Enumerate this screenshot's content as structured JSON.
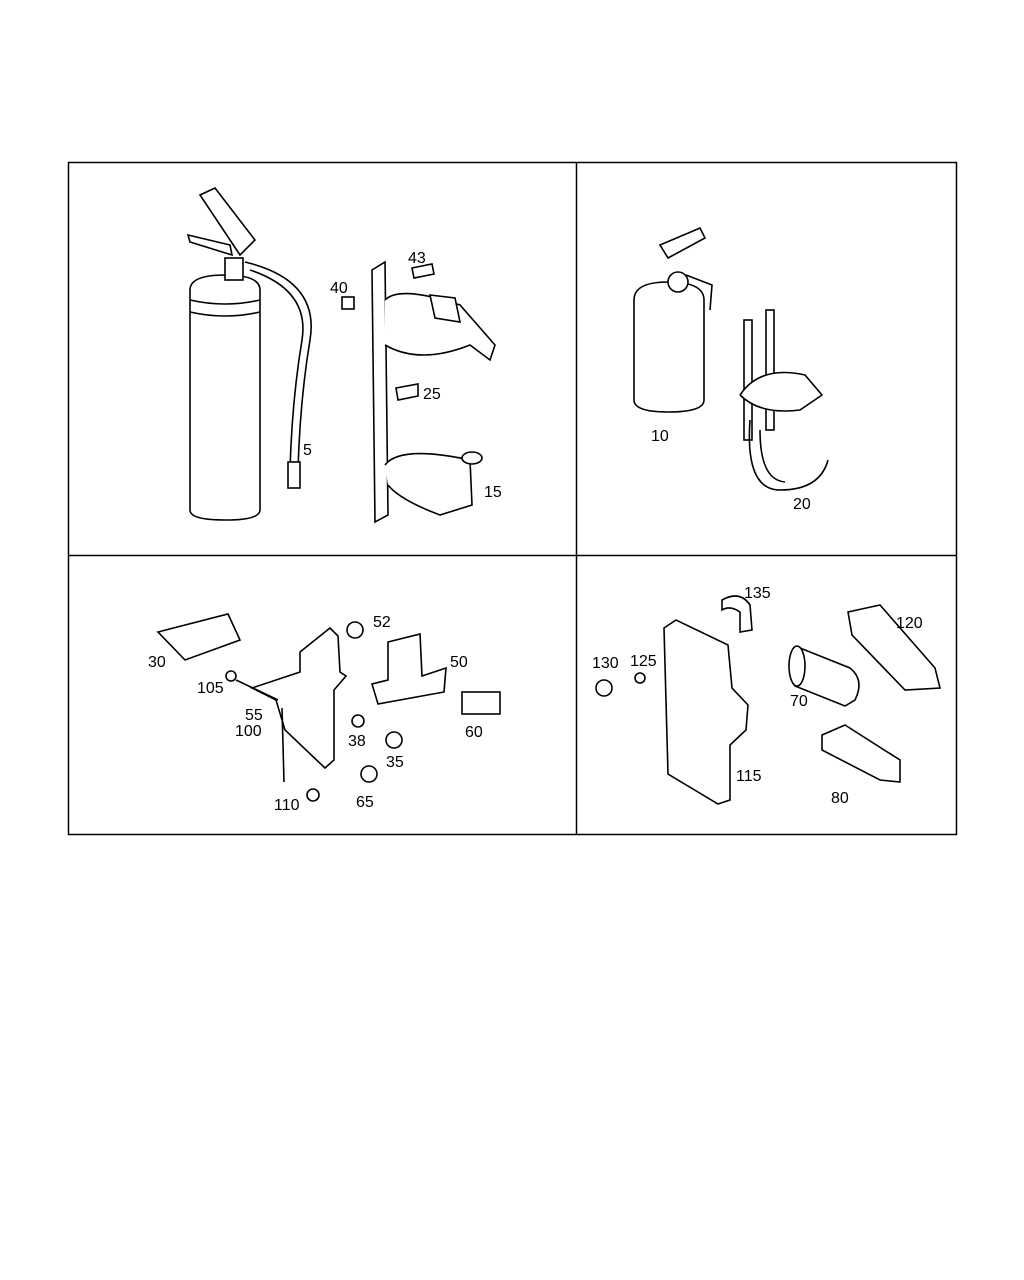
{
  "panels": [
    {
      "name": "extinguisher-large",
      "labels": [
        "43",
        "40",
        "25",
        "5",
        "15"
      ]
    },
    {
      "name": "extinguisher-small",
      "labels": [
        "10",
        "20"
      ]
    },
    {
      "name": "bracket-mounting",
      "labels": [
        "52",
        "30",
        "50",
        "105",
        "55",
        "100",
        "38",
        "60",
        "35",
        "110",
        "65"
      ]
    },
    {
      "name": "extinguisher-holder",
      "labels": [
        "135",
        "120",
        "130",
        "125",
        "70",
        "115",
        "80"
      ]
    }
  ]
}
